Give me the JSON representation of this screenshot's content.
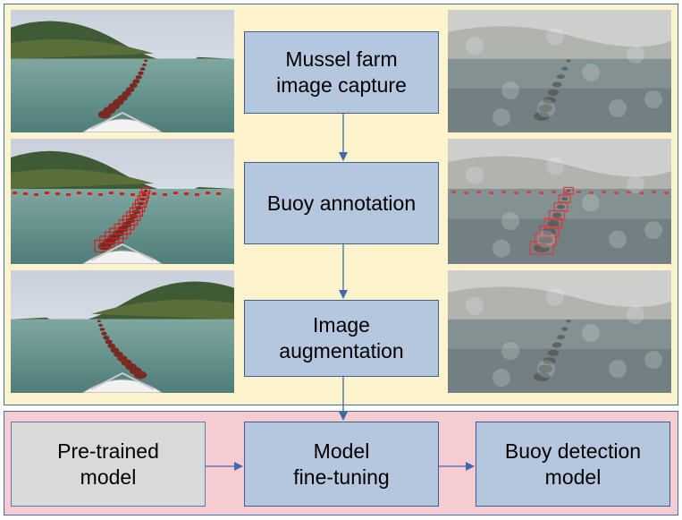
{
  "steps": {
    "capture": "Mussel farm\nimage capture",
    "annotation": "Buoy annotation",
    "augmentation": "Image\naugmentation",
    "pretrained": "Pre-trained\nmodel",
    "finetuning": "Model\nfine-tuning",
    "detection": "Buoy detection\nmodel"
  },
  "colors": {
    "top_panel": "#fdf3cc",
    "bottom_panel": "#f6ccd3",
    "process_box": "#b5c7de",
    "input_box": "#d9d9d9",
    "arrow": "#3d6aa8",
    "buoy": "#d42020"
  },
  "photos": [
    {
      "name": "photo-clear-bow-left",
      "style": "clear",
      "annotated": false
    },
    {
      "name": "photo-clear-bow-annotated",
      "style": "clear",
      "annotated": true
    },
    {
      "name": "photo-clear-bow-mirrored",
      "style": "clear",
      "annotated": false
    },
    {
      "name": "photo-foggy-augmented-1",
      "style": "foggy",
      "annotated": false
    },
    {
      "name": "photo-foggy-augmented-2",
      "style": "foggy",
      "annotated": true
    },
    {
      "name": "photo-foggy-augmented-3",
      "style": "foggy",
      "annotated": false
    }
  ]
}
